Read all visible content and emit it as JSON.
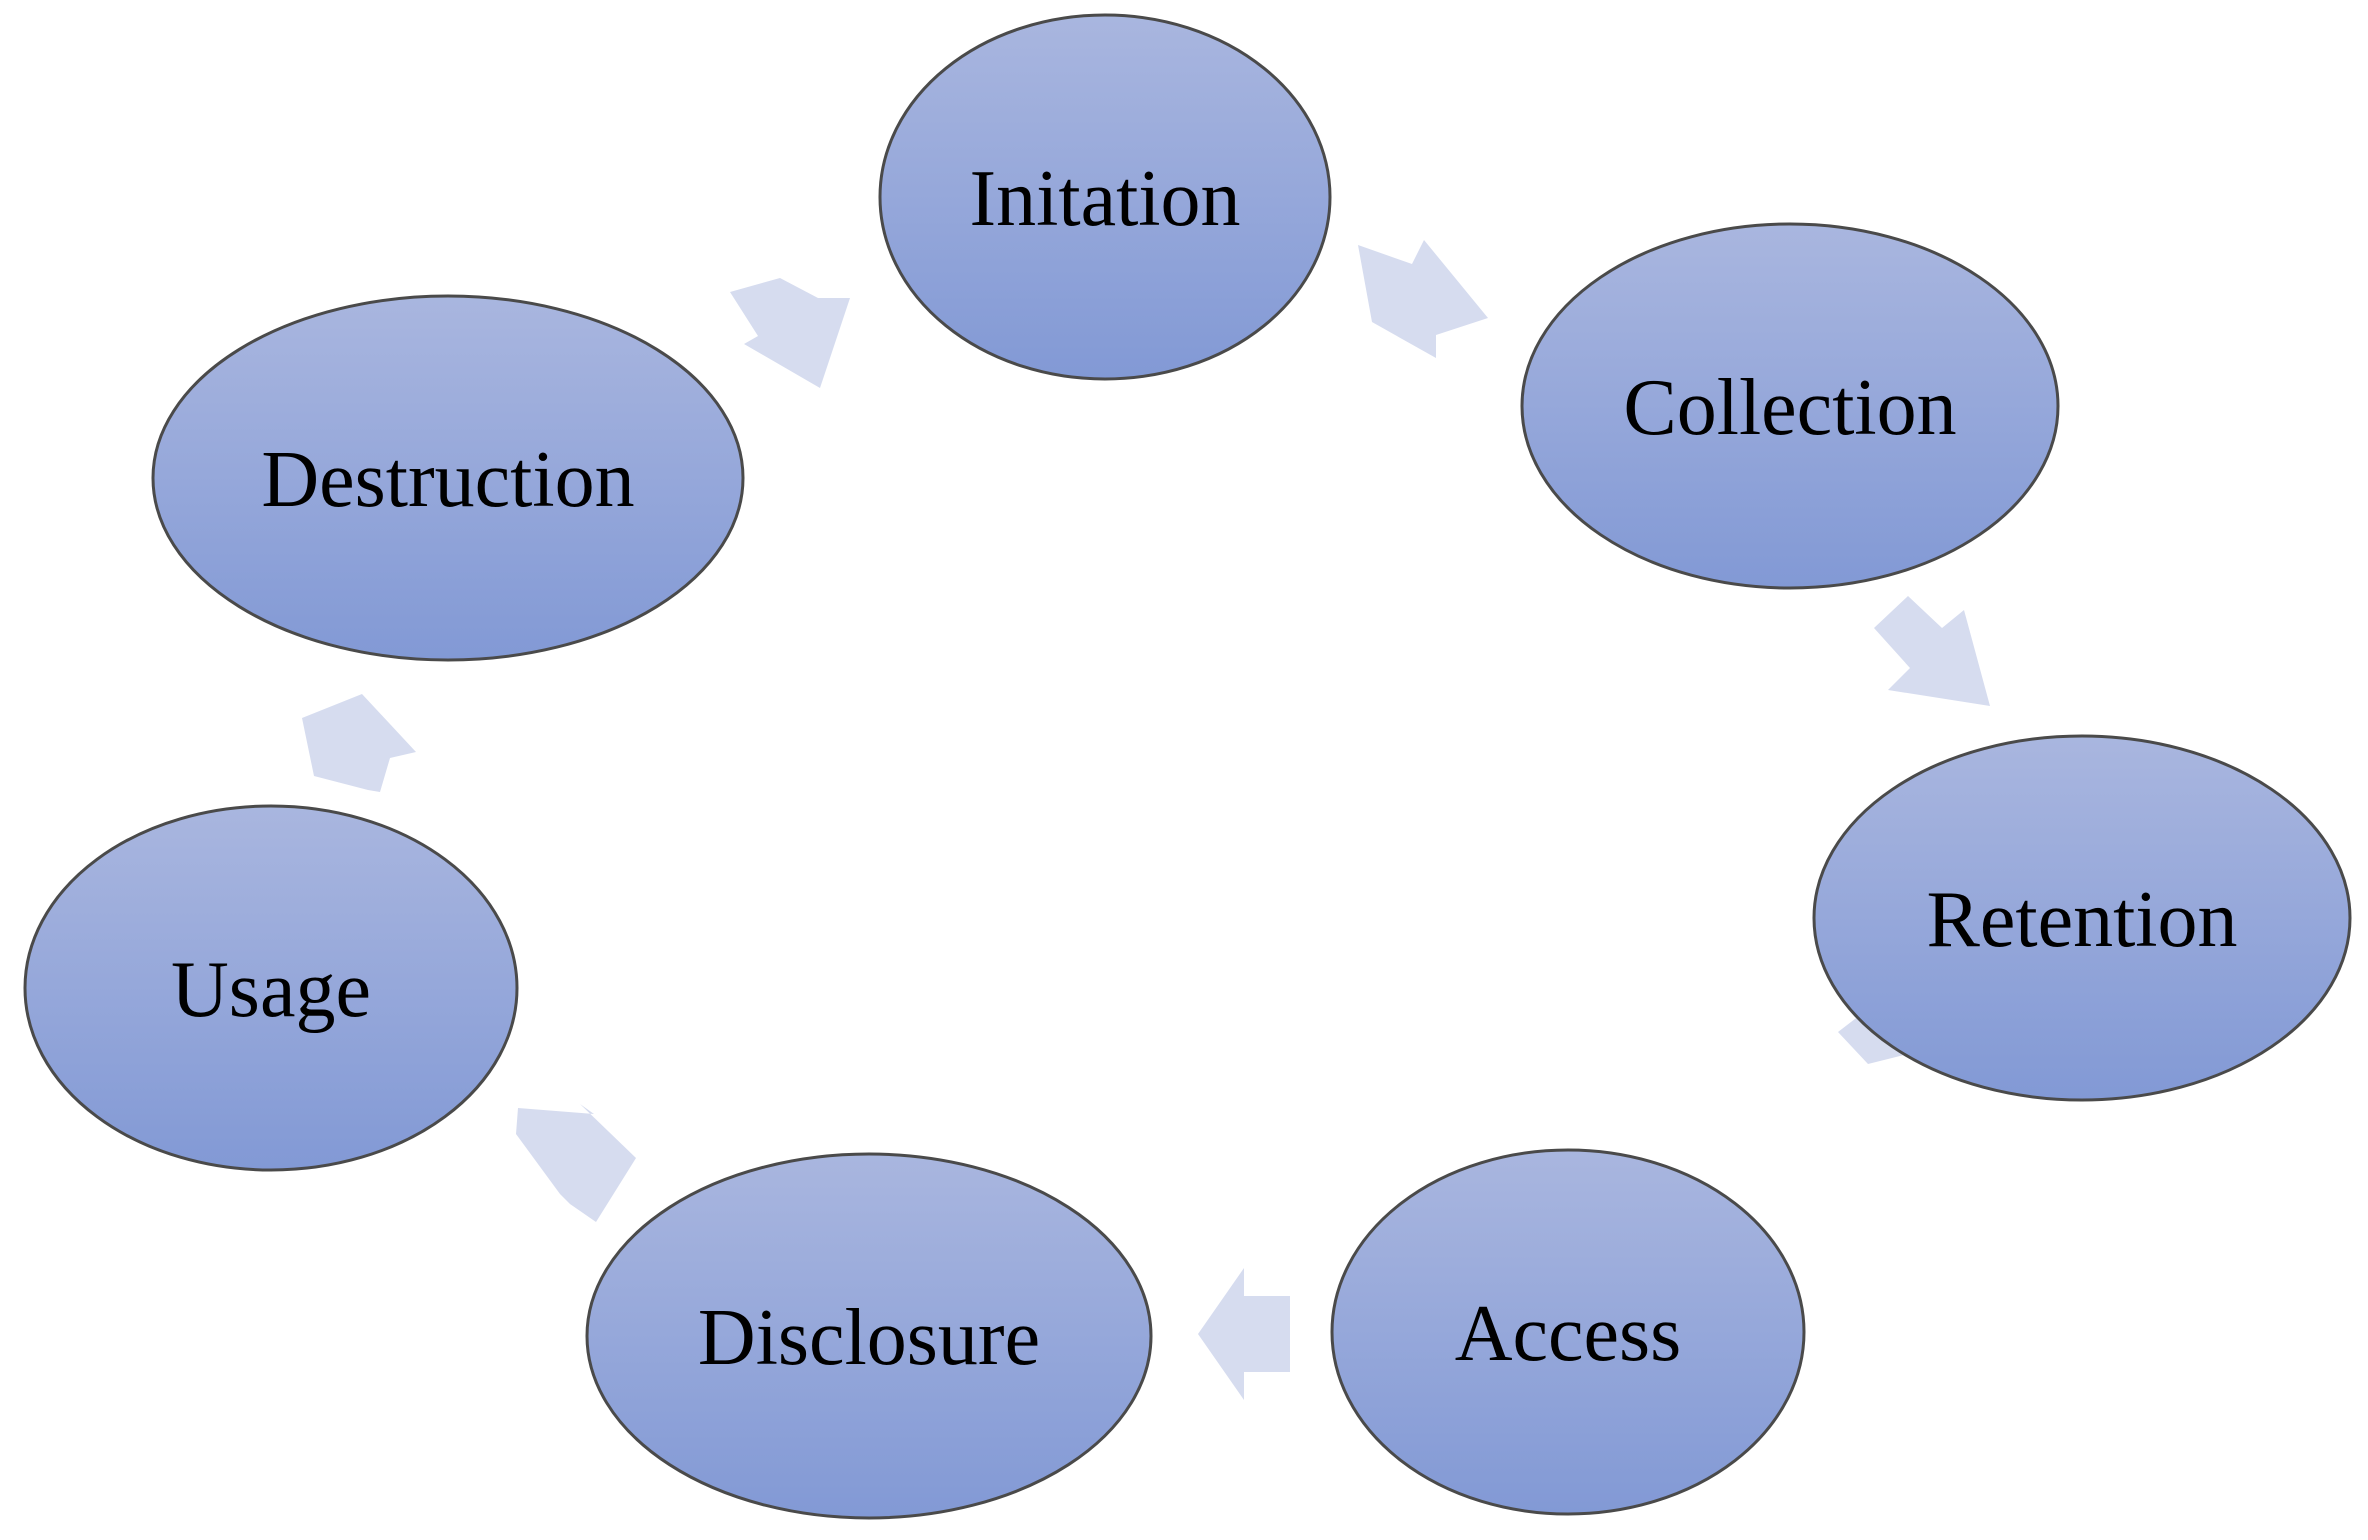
{
  "diagram": {
    "type": "cycle",
    "stages": [
      {
        "id": "initation",
        "label": "Initation"
      },
      {
        "id": "collection",
        "label": "Collection"
      },
      {
        "id": "retention",
        "label": "Retention"
      },
      {
        "id": "access",
        "label": "Access"
      },
      {
        "id": "disclosure",
        "label": "Disclosure"
      },
      {
        "id": "usage",
        "label": "Usage"
      },
      {
        "id": "destruction",
        "label": "Destruction"
      }
    ],
    "flow": [
      {
        "from": "initation",
        "to": "collection"
      },
      {
        "from": "collection",
        "to": "retention"
      },
      {
        "from": "retention",
        "to": "access"
      },
      {
        "from": "access",
        "to": "disclosure"
      },
      {
        "from": "disclosure",
        "to": "usage"
      },
      {
        "from": "usage",
        "to": "destruction"
      },
      {
        "from": "destruction",
        "to": "initation"
      }
    ]
  },
  "colors": {
    "ellipse_fill_top": "#a9b6df",
    "ellipse_fill_bottom": "#8299d5",
    "ellipse_stroke": "#4a4a4a",
    "arrow_fill": "#d6dcef",
    "label_color": "#000000"
  }
}
